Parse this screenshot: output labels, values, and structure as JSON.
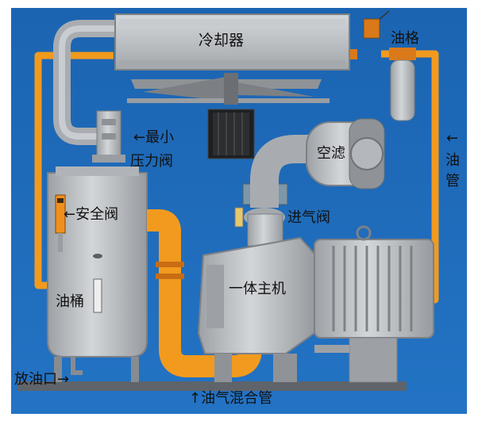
{
  "labels": {
    "cooler": "冷却器",
    "oil_filter": "油格",
    "oil_pipe_arrow": "←",
    "oil_pipe": "油管",
    "min_pressure_valve_line1": "←最小",
    "min_pressure_valve_line2": "压力阀",
    "air_filter": "空滤",
    "safety_valve": "←安全阀",
    "intake_valve": "进气阀",
    "main_unit": "一体主机",
    "oil_tank": "油桶",
    "drain_port": "放油口→",
    "mixing_pipe": "↑油气混合管"
  },
  "colors": {
    "background": "#1e6ab8",
    "machine_gray": "#b9bcbf",
    "oil_orange": "#f29a1e",
    "outline": "#6e7276"
  }
}
